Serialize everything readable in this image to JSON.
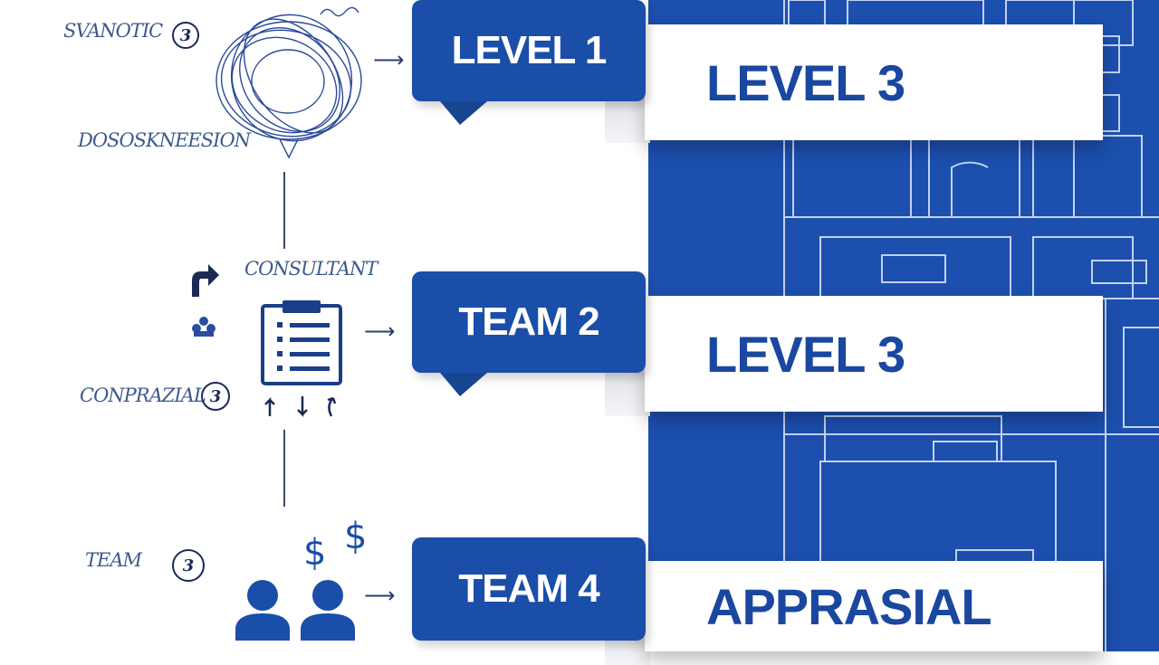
{
  "left_labels": {
    "top_label": "SVANOTIC",
    "top_badge": "3",
    "middle_label": "DOSOSKNEESION",
    "consultant_label": "CONSULTANT",
    "comparisal_label": "CONPRAZIAL",
    "comparisal_badge": "3",
    "team_label": "TEAM",
    "team_badge": "3"
  },
  "callouts": [
    {
      "label": "LEVEL 1"
    },
    {
      "label": "TEAM 2"
    },
    {
      "label": "TEAM 4"
    }
  ],
  "banners": [
    {
      "label": "LEVEL 3"
    },
    {
      "label": "LEVEL 3"
    },
    {
      "label": "APPRASIAL"
    }
  ],
  "icons": {
    "dollar_1": "$",
    "dollar_2": "$"
  },
  "colors": {
    "primary_blue": "#1a4ea8",
    "blueprint_blue": "#1c4fae",
    "banner_text": "#1a47a0",
    "sketch_ink": "#3d5a8a"
  }
}
